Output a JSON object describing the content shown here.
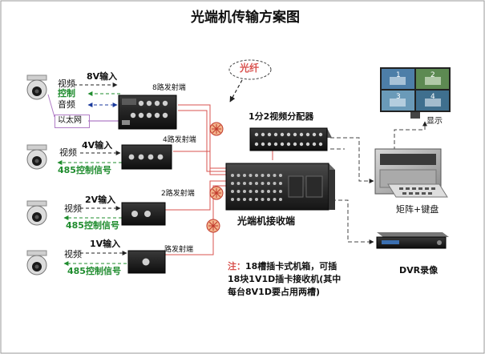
{
  "title": "光端机传输方案图",
  "fiber_label": "光纤",
  "splitter_label": "1分2视频分配器",
  "receiver_label": "光端机接收端",
  "matrix_label": "矩阵+键盘",
  "display_label": "显示",
  "dvr_label": "DVR录像",
  "monitor_numbers": [
    "1",
    "2",
    "3",
    "4"
  ],
  "groups": [
    {
      "input_label": "8V输入",
      "sender_label": "8路发射端",
      "signals": [
        "视频",
        "控制",
        "音频",
        "以太网"
      ]
    },
    {
      "input_label": "4V输入",
      "sender_label": "4路发射端",
      "signals": [
        "视频",
        "485控制信号"
      ]
    },
    {
      "input_label": "2V输入",
      "sender_label": "2路发射端",
      "signals": [
        "视频",
        "485控制信号"
      ]
    },
    {
      "input_label": "1V输入",
      "sender_label": "路发射端",
      "signals": [
        "视频",
        "485控制信号"
      ]
    }
  ],
  "note": {
    "prefix": "注：",
    "line1": "18槽插卡式机箱，可插",
    "line2": "18块1V1D插卡接收机(其中",
    "line3": "每台8V1D要占用两槽)"
  },
  "colors": {
    "fiber_line": "#d9534f",
    "control_green": "#1f8c2e",
    "audio_blue": "#1a3a9c",
    "ethernet_box": "#b07cc6"
  }
}
